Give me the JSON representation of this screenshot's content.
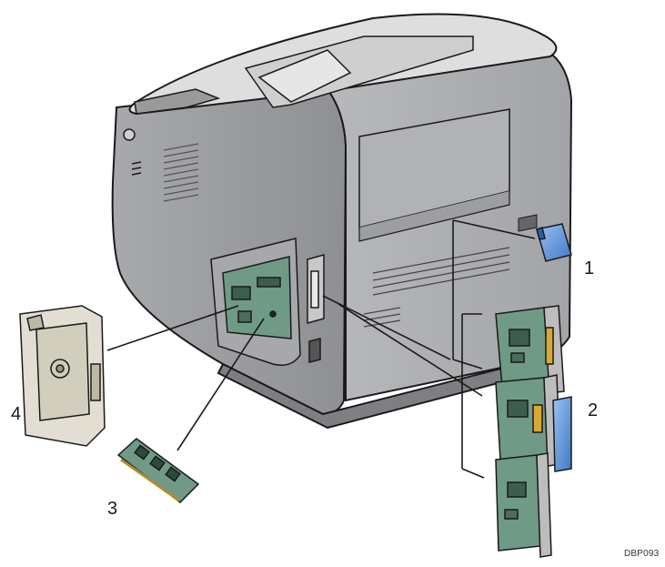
{
  "callouts": [
    {
      "number": "1"
    },
    {
      "number": "2"
    },
    {
      "number": "3"
    },
    {
      "number": "4"
    }
  ],
  "figure_code": "DBP093",
  "colors": {
    "body_gray": "#9fa1a4",
    "top_gray": "#dcdcdc",
    "board_green": "#6f9a86",
    "card_blue": "#5b8fd6",
    "outline": "#1a1a1a"
  }
}
